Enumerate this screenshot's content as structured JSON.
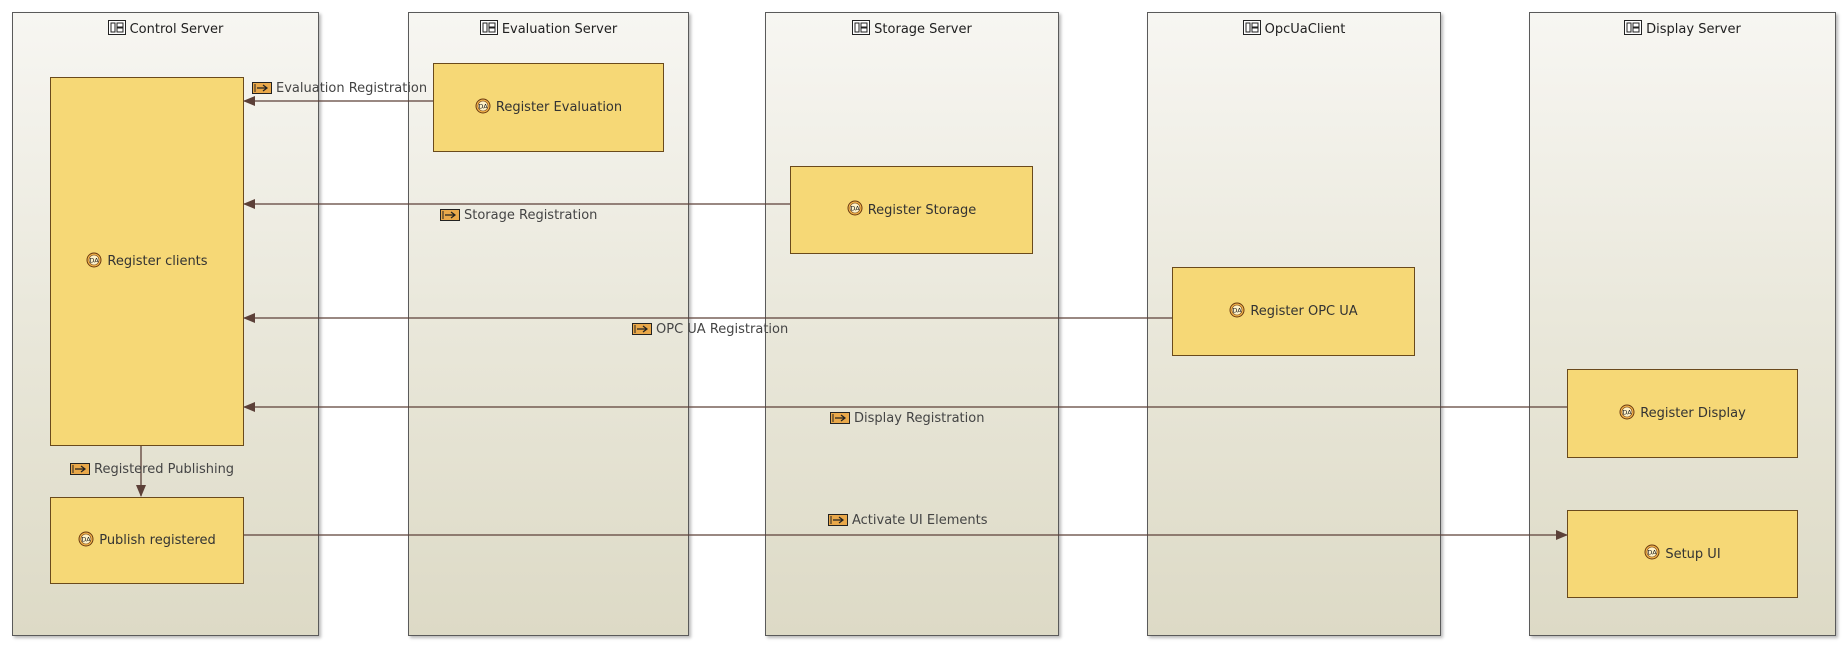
{
  "lanes": [
    {
      "title": "Control Server"
    },
    {
      "title": "Evaluation Server"
    },
    {
      "title": "Storage Server"
    },
    {
      "title": "OpcUaClient"
    },
    {
      "title": "Display Server"
    }
  ],
  "tasks": {
    "register_clients": "Register clients",
    "publish_registered": "Publish registered",
    "register_evaluation": "Register Evaluation",
    "register_storage": "Register Storage",
    "register_opc_ua": "Register OPC UA",
    "register_display": "Register Display",
    "setup_ui": "Setup UI"
  },
  "events": {
    "evaluation_registration": "Evaluation Registration",
    "storage_registration": "Storage Registration",
    "opc_ua_registration": "OPC UA Registration",
    "display_registration": "Display Registration",
    "registered_publishing": "Registered Publishing",
    "activate_ui_elements": "Activate UI Elements"
  },
  "colors": {
    "task_fill": "#f6d876",
    "task_border": "#6a4a1c",
    "connector": "#5c4038",
    "event_icon": "#e9a84a"
  }
}
